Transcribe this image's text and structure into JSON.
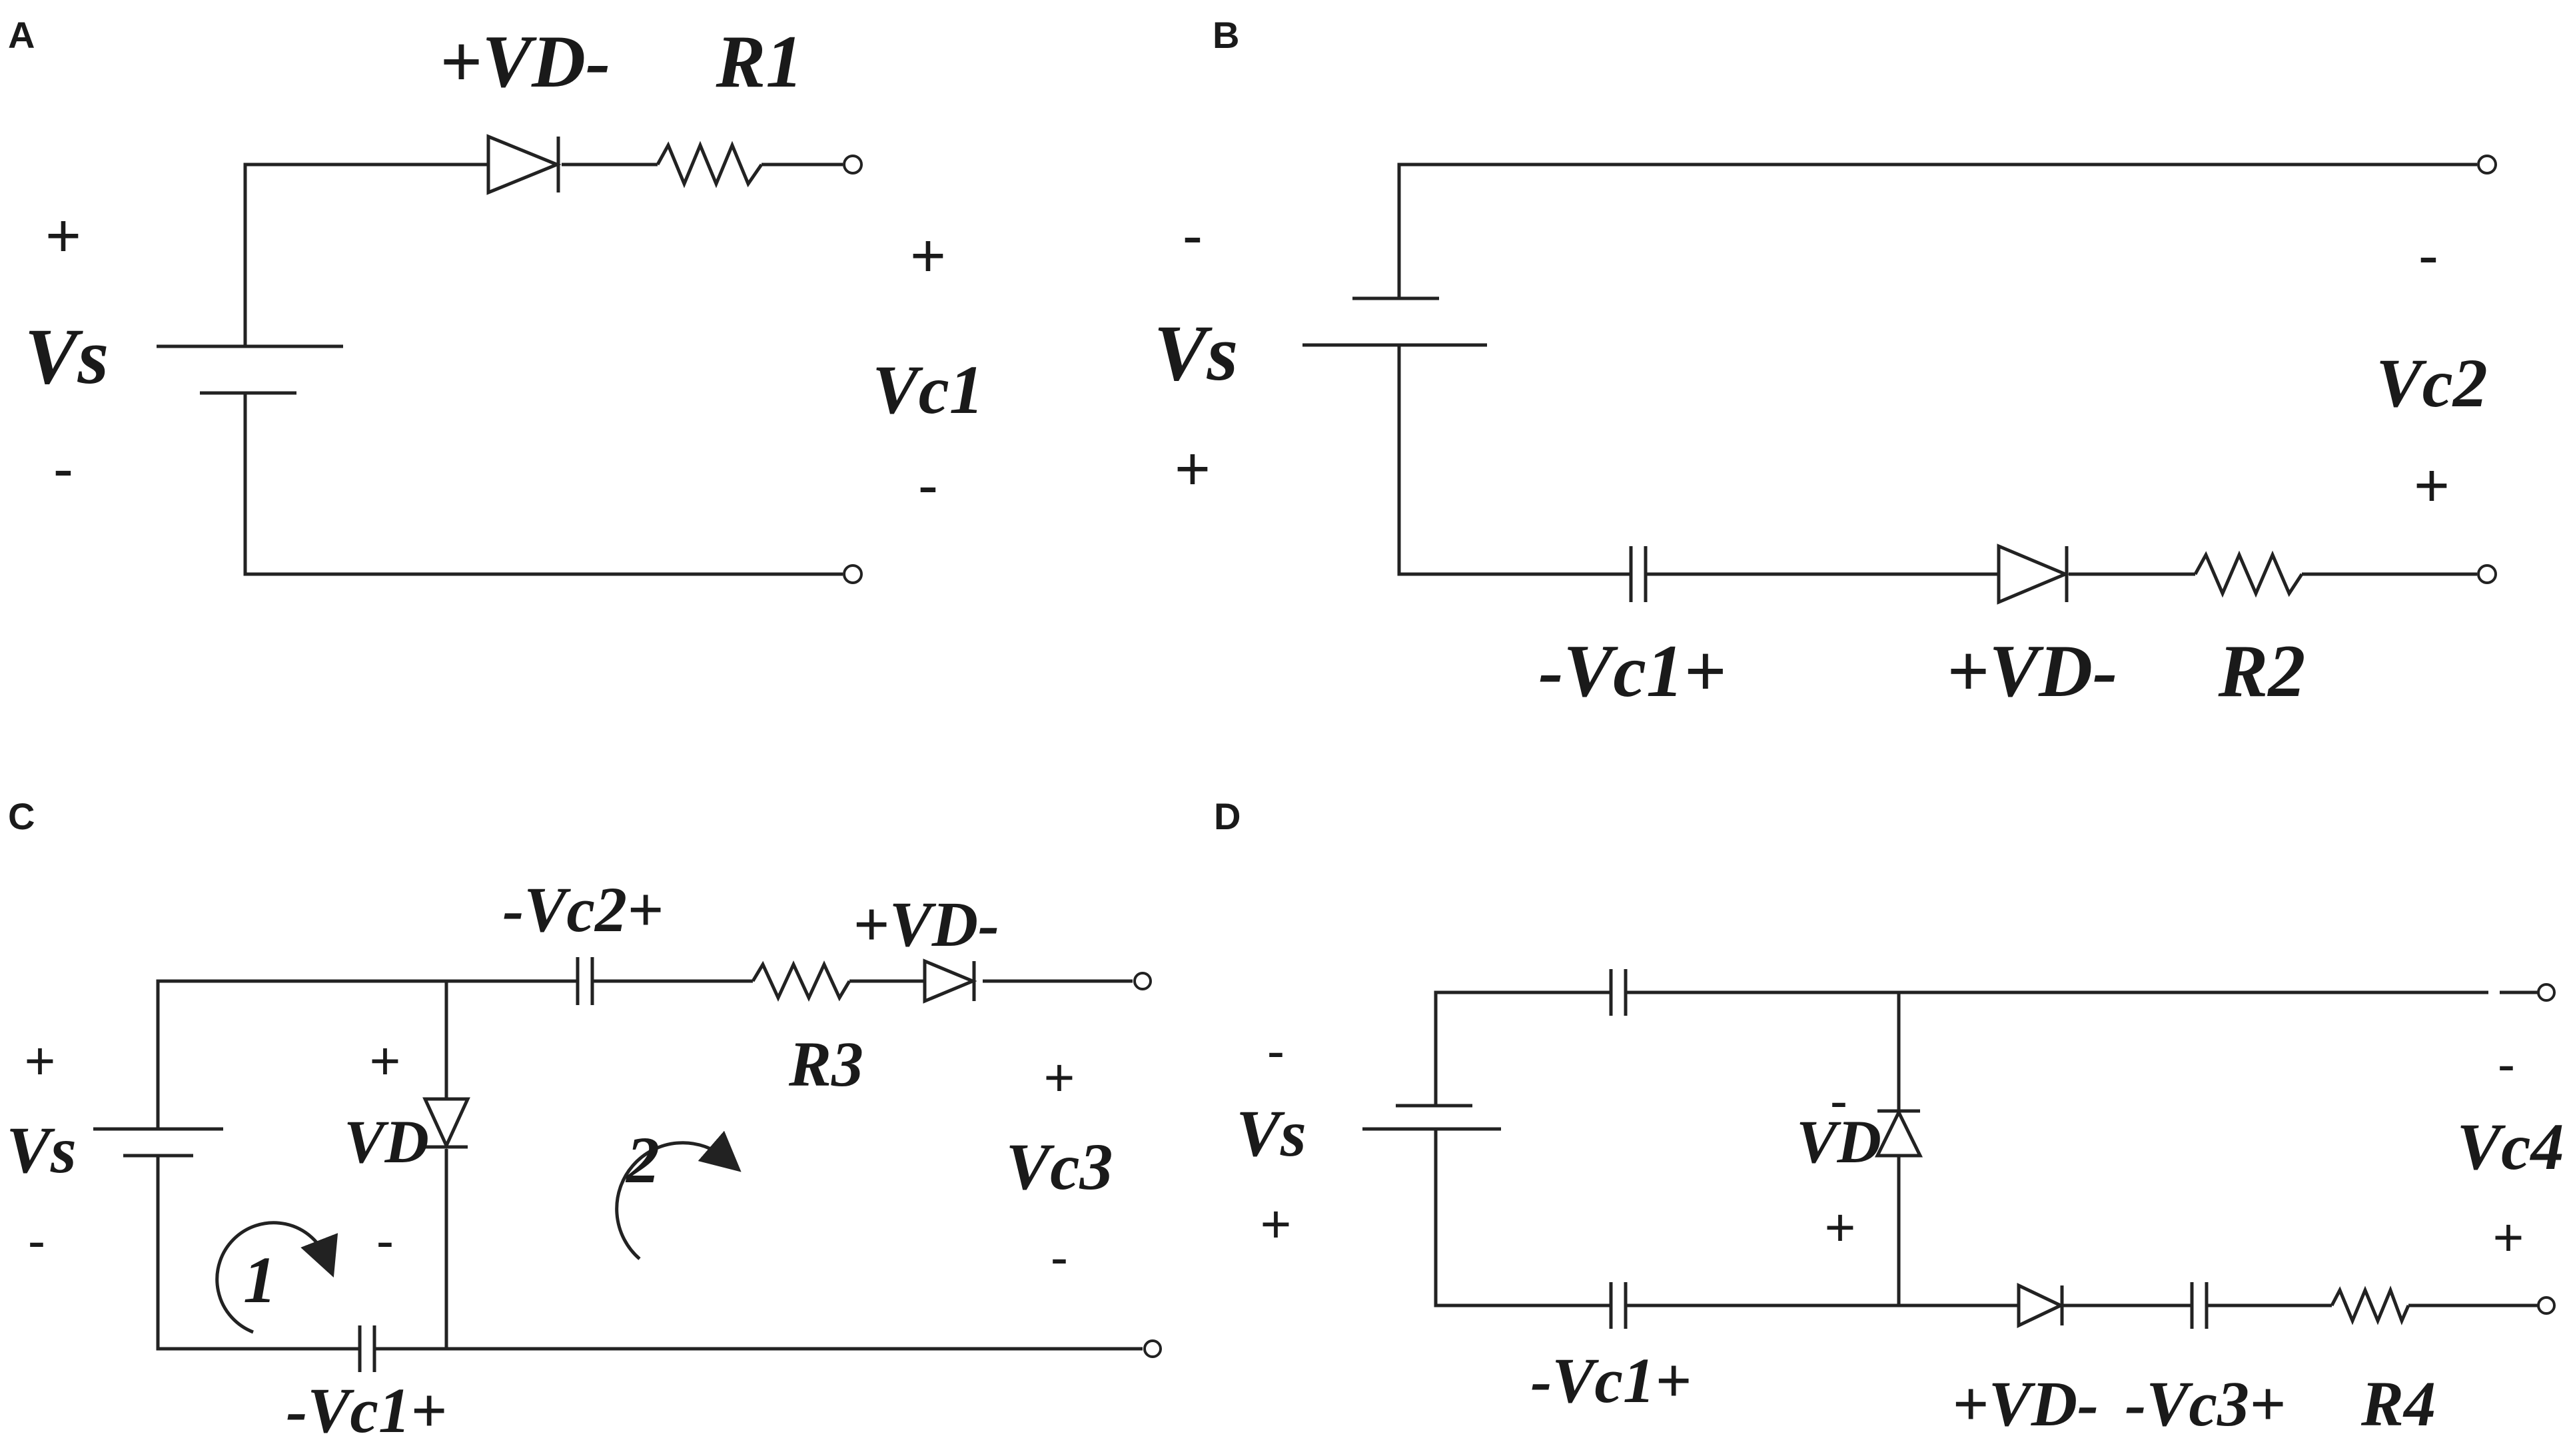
{
  "panels": [
    {
      "letter": "A",
      "labels": {
        "vs": "Vs",
        "vs_top": "+",
        "vs_bottom": "-",
        "vout": "Vc1",
        "vout_top": "+",
        "vout_bottom": "-",
        "diode": "+VD-",
        "resistor": "R1"
      }
    },
    {
      "letter": "B",
      "labels": {
        "vs": "Vs",
        "vs_top": "-",
        "vs_bottom": "+",
        "vout": "Vc2",
        "vout_top": "-",
        "vout_bottom": "+",
        "capacitor": "-Vc1+",
        "diode": "+VD-",
        "resistor": "R2"
      }
    },
    {
      "letter": "C",
      "labels": {
        "vs": "Vs",
        "vs_top": "+",
        "vs_bottom": "-",
        "vd": "VD",
        "vd_top": "+",
        "vd_bottom": "-",
        "vout": "Vc3",
        "vout_top": "+",
        "vout_bottom": "-",
        "cap_top": "-Vc2+",
        "diode_top": "+VD-",
        "resistor": "R3",
        "cap_bottom": "-Vc1+",
        "loop1": "1",
        "loop2": "2"
      }
    },
    {
      "letter": "D",
      "labels": {
        "vs": "Vs",
        "vs_top": "-",
        "vs_bottom": "+",
        "vd": "VD",
        "vd_top": "-",
        "vd_bottom": "+",
        "vout": "Vc4",
        "vout_top": "-",
        "vout_bottom": "+",
        "cap_bottom_left": "-Vc1+",
        "diode_bottom": "+VD-",
        "cap_bottom_right": "-Vc3+",
        "resistor": "R4"
      }
    }
  ]
}
